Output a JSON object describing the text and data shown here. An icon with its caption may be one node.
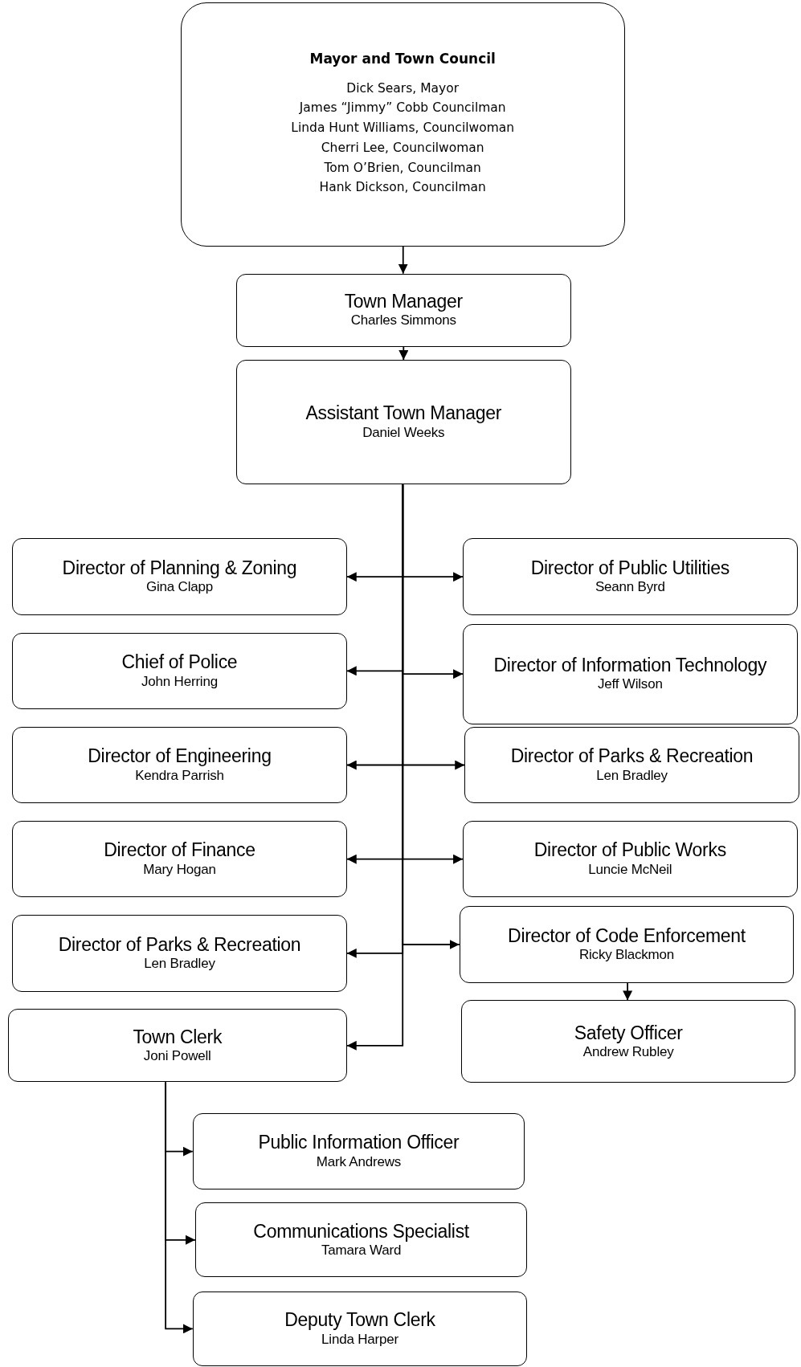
{
  "diagram": {
    "nodes": [
      {
        "text": [
          "Mayor and Town Council",
          "Dick Sears, Mayor",
          "James “Jimmy” Cobb Councilman",
          "Linda Hunt Williams, Councilwoman",
          "Cherri Lee, Councilwoman",
          "Tom O’Brien, Councilman",
          "Hank Dickson, Councilman"
        ]
      },
      {
        "text": [
          "Town Manager",
          "Charles Simmons"
        ]
      },
      {
        "text": [
          "Assistant Town Manager",
          "Daniel Weeks"
        ]
      },
      {
        "text": [
          "Director of Planning & Zoning",
          "Gina Clapp"
        ]
      },
      {
        "text": [
          "Director of Public Utilities",
          "Seann Byrd"
        ]
      },
      {
        "text": [
          "Chief of Police",
          "John Herring"
        ]
      },
      {
        "text": [
          "Director of Information Technology",
          "Jeff Wilson"
        ]
      },
      {
        "text": [
          "Director of Engineering",
          "Kendra Parrish"
        ]
      },
      {
        "text": [
          "Director of Parks & Recreation",
          "Len Bradley"
        ]
      },
      {
        "text": [
          "Director of Finance",
          "Mary Hogan"
        ]
      },
      {
        "text": [
          "Director of Public Works",
          "Luncie McNeil"
        ]
      },
      {
        "text": [
          "Director of Parks & Recreation",
          "Len Bradley"
        ]
      },
      {
        "text": [
          "Director of Code Enforcement",
          "Ricky Blackmon"
        ]
      },
      {
        "text": [
          "Town Clerk",
          "Joni Powell"
        ]
      },
      {
        "text": [
          "Safety Officer",
          "Andrew Rubley"
        ]
      },
      {
        "text": [
          "Public Information Officer",
          "Mark Andrews"
        ]
      },
      {
        "text": [
          "Communications Specialist",
          "Tamara Ward"
        ]
      },
      {
        "text": [
          "Deputy Town Clerk",
          "Linda Harper"
        ]
      }
    ],
    "edges": [
      {
        "from": 0,
        "to": 1,
        "arrow": "to"
      },
      {
        "from": 1,
        "to": 2,
        "arrow": "to"
      },
      {
        "from": 2,
        "to": 3,
        "arrow": "to"
      },
      {
        "from": 2,
        "to": 4,
        "arrow": "to"
      },
      {
        "from": 2,
        "to": 5,
        "arrow": "to"
      },
      {
        "from": 2,
        "to": 6,
        "arrow": "to"
      },
      {
        "from": 2,
        "to": 7,
        "arrow": "to"
      },
      {
        "from": 2,
        "to": 8,
        "arrow": "to"
      },
      {
        "from": 2,
        "to": 9,
        "arrow": "to"
      },
      {
        "from": 2,
        "to": 10,
        "arrow": "to"
      },
      {
        "from": 2,
        "to": 11,
        "arrow": "to"
      },
      {
        "from": 2,
        "to": 12,
        "arrow": "to"
      },
      {
        "from": 2,
        "to": 13,
        "arrow": "to"
      },
      {
        "from": 12,
        "to": 14,
        "arrow": "to"
      },
      {
        "from": 13,
        "to": 15,
        "arrow": "to"
      },
      {
        "from": 13,
        "to": 16,
        "arrow": "to"
      },
      {
        "from": 13,
        "to": 17,
        "arrow": "to"
      }
    ]
  }
}
